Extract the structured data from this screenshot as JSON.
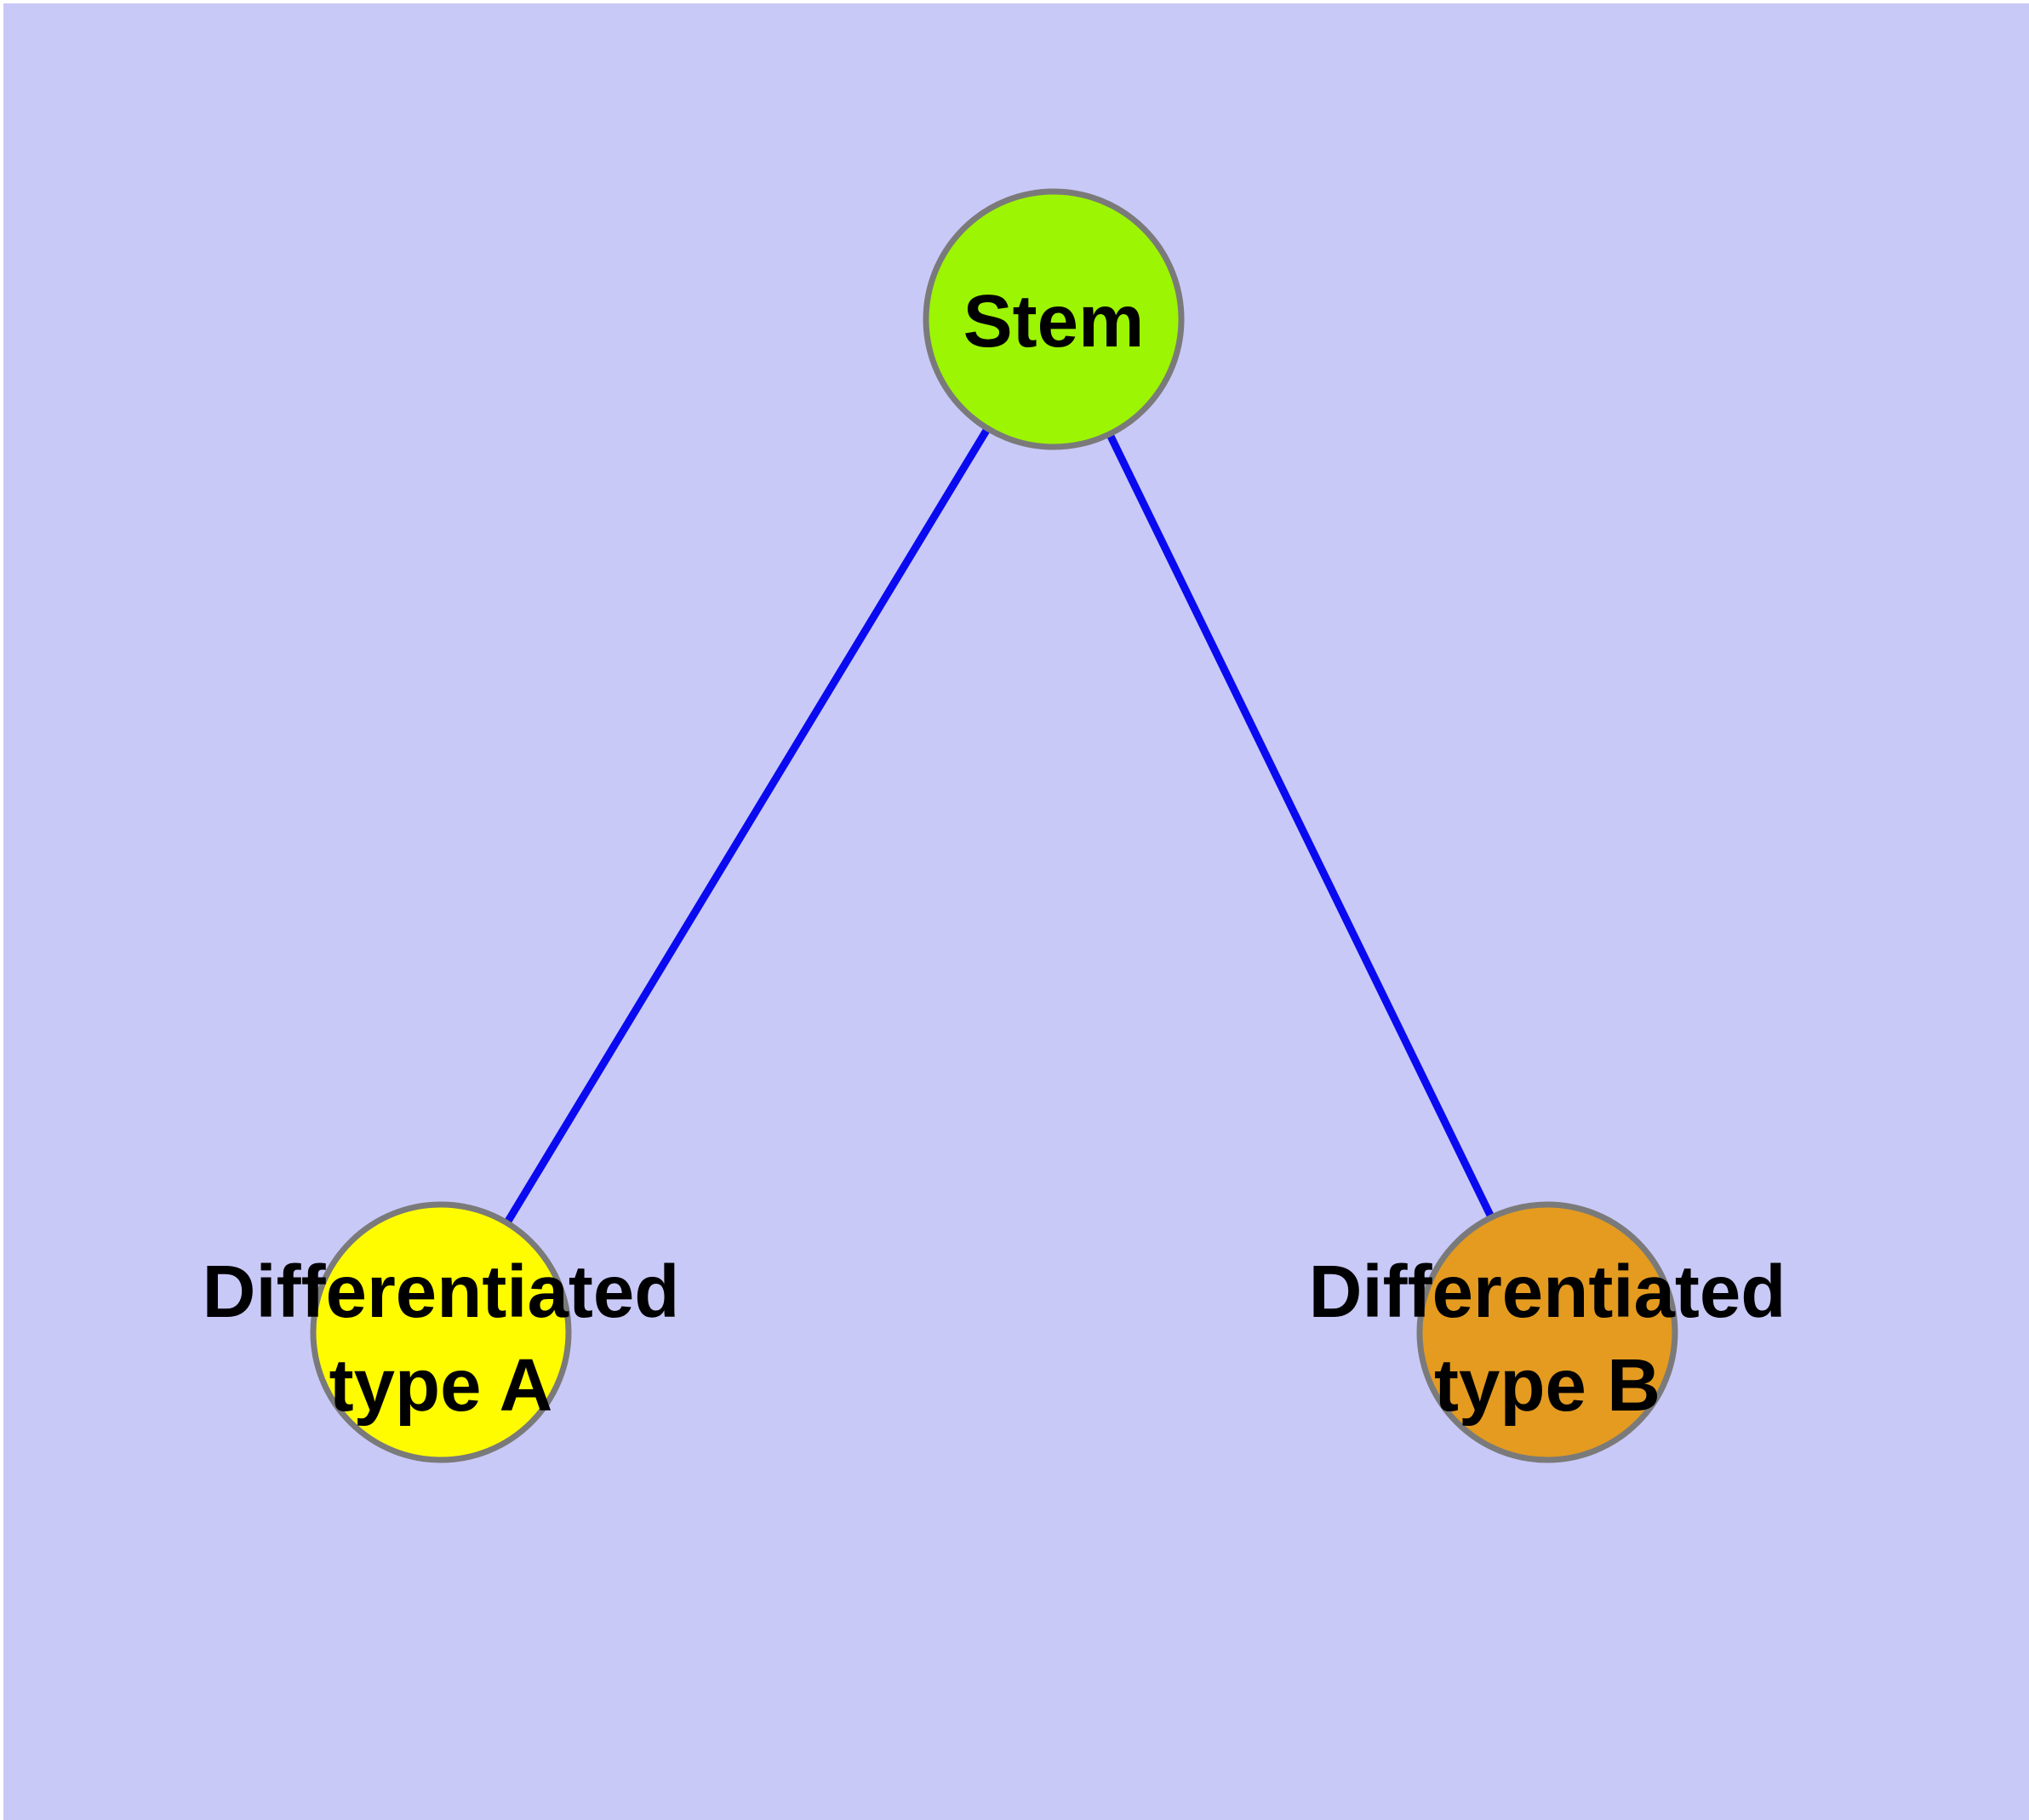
{
  "canvas": {
    "background": "#C9C9F8",
    "frame": "#FFFFFF"
  },
  "text": {
    "color": "#000000"
  },
  "edges": {
    "color": "#0A0AF0",
    "list": [
      {
        "from": "Stem",
        "to": "Differentiated type A"
      },
      {
        "from": "Stem",
        "to": "Differentiated type B"
      }
    ]
  },
  "nodes": {
    "stem": {
      "label": "Stem",
      "fill": "#9CF502",
      "border": "#7A7A7A"
    },
    "type_a": {
      "label_line1": "Differentiated",
      "label_line2": "type A",
      "fill": "#FFFC00",
      "border": "#7A7A7A"
    },
    "type_b": {
      "label_line1": "Differentiated",
      "label_line2": "type B",
      "fill": "#E49B20",
      "border": "#7A7A7A"
    }
  }
}
